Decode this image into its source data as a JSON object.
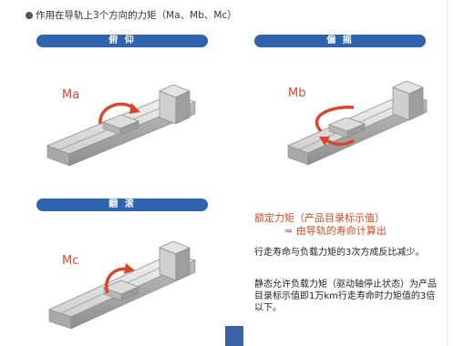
{
  "title": "作用在导轨上3个方向的力矩（Ma、Mb、Mc）",
  "panels": {
    "pitch": {
      "header": "俯 仰",
      "moment_label": "Ma"
    },
    "yaw": {
      "header": "偏 摇",
      "moment_label": "Mb"
    },
    "roll": {
      "header": "翻 滚",
      "moment_label": "Mc"
    }
  },
  "rated": {
    "line1": "额定力矩（产品目录标示值）",
    "line2": "= 由导轨的寿命计算出"
  },
  "paragraphs": {
    "p1": "行走寿命与负载力矩的3次方成反比减少。",
    "p2": "静态允许负载力矩（驱动轴停止状态）为产品目录标示值即1万km行走寿命时力矩值的3倍以下。"
  },
  "colors": {
    "accent_blue": "#2f63ad",
    "moment_red": "#d9472b",
    "note_orange": "#d64a22"
  }
}
